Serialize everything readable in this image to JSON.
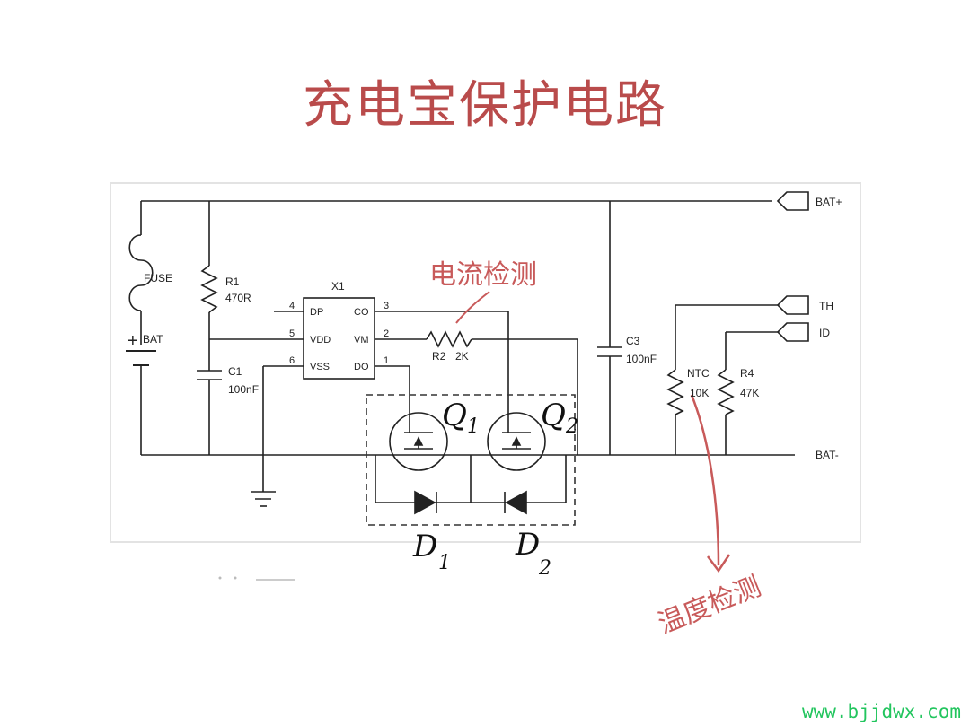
{
  "title": "充电宝保护电路",
  "components": {
    "fuse": "FUSE",
    "bat": "BAT",
    "r1": {
      "name": "R1",
      "value": "470R"
    },
    "c1": {
      "name": "C1",
      "value": "100nF"
    },
    "x1": {
      "name": "X1",
      "pins": [
        {
          "num": "4",
          "name": "DP"
        },
        {
          "num": "5",
          "name": "VDD"
        },
        {
          "num": "6",
          "name": "VSS"
        },
        {
          "num": "3",
          "name": "CO"
        },
        {
          "num": "2",
          "name": "VM"
        },
        {
          "num": "1",
          "name": "DO"
        }
      ]
    },
    "r2": {
      "name": "R2",
      "value": "2K"
    },
    "c3": {
      "name": "C3",
      "value": "100nF"
    },
    "ntc": {
      "name": "NTC",
      "value": "10K"
    },
    "r4": {
      "name": "R4",
      "value": "47K"
    }
  },
  "terminals": {
    "bat_plus": "BAT+",
    "th": "TH",
    "id": "ID",
    "bat_minus": "BAT-"
  },
  "annotations": {
    "current_detect": "电流检测",
    "temp_detect": "温度检测",
    "q1": "Q",
    "q1_sub": "1",
    "q2": "Q",
    "q2_sub": "2",
    "d1": "D",
    "d1_sub": "1",
    "d2": "D",
    "d2_sub": "2"
  },
  "watermark": "www.bjjdwx.com",
  "colors": {
    "title": "#b94b4b",
    "annotation": "#c85a5a",
    "watermark": "#22c55e"
  }
}
